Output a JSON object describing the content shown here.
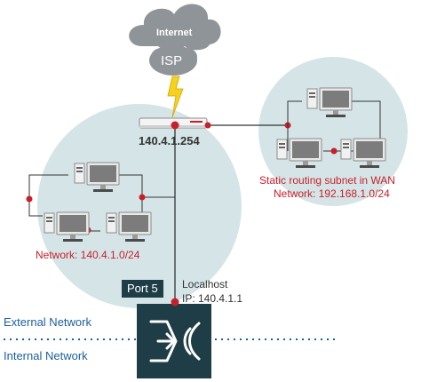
{
  "cloud": {
    "internet_label": "Internet",
    "isp_label": "ISP"
  },
  "router": {
    "ip_label": "140.4.1.254"
  },
  "lan": {
    "network_label": "Network: 140.4.1.0/24"
  },
  "wan": {
    "title_label": "Static routing subnet in WAN",
    "network_label": "Network: 192.168.1.0/24"
  },
  "device": {
    "port_label": "Port 5",
    "host_label": "Localhost",
    "ip_label": "IP: 140.4.1.1"
  },
  "zones": {
    "external_label": "External Network",
    "internal_label": "Internal Network"
  },
  "colors": {
    "circle_fill": "#d5e5e7",
    "link_red": "#c8202a",
    "line_dark": "#333333",
    "zone_blue": "#1d5f9c",
    "device_fill": "#1f3d46",
    "bolt_yellow": "#f4d21e"
  }
}
